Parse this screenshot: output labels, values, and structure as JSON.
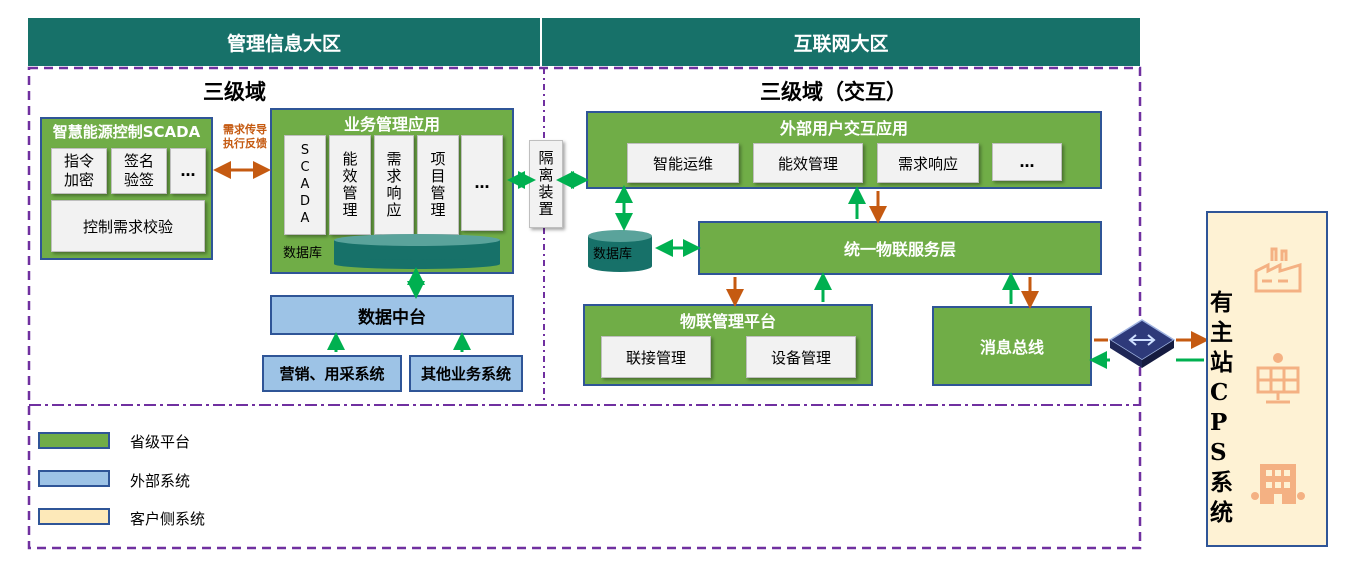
{
  "headers": {
    "left": "管理信息大区",
    "right": "互联网大区"
  },
  "left": {
    "domain_title": "三级域",
    "scada": {
      "title": "智慧能源控制SCADA",
      "items": [
        "指令加密",
        "签名验签",
        "…"
      ],
      "wide_item": "控制需求校验"
    },
    "arrow_label": "需求传导执行反馈",
    "biz": {
      "title": "业务管理应用",
      "items": [
        "SCADA",
        "能效管理",
        "需求响应",
        "项目管理",
        "…"
      ],
      "db": "数据库"
    },
    "data_center": "数据中台",
    "ext_systems": [
      "营销、用采系统",
      "其他业务系统"
    ]
  },
  "isolation": "隔离装置",
  "right": {
    "domain_title": "三级域（交互）",
    "user_app": {
      "title": "外部用户交互应用",
      "items": [
        "智能运维",
        "能效管理",
        "需求响应",
        "…"
      ]
    },
    "db": "数据库",
    "iot_service": "统一物联服务层",
    "iot_mgmt": {
      "title": "物联管理平台",
      "items": [
        "联接管理",
        "设备管理"
      ]
    },
    "msg_bus": "消息总线"
  },
  "cps": {
    "title": "有主站CPS系统",
    "icons": [
      "factory-icon",
      "solar-panel-icon",
      "building-icon"
    ]
  },
  "legend": [
    {
      "label": "省级平台",
      "color": "#70ad47"
    },
    {
      "label": "外部系统",
      "color": "#9dc3e6"
    },
    {
      "label": "客户侧系统",
      "color": "#fde9b9"
    }
  ],
  "colors": {
    "header": "#177169",
    "green": "#70ad47",
    "blue": "#9dc3e6",
    "dash": "#7030a0",
    "arrow_orange": "#c55a11",
    "arrow_green": "#00b050"
  }
}
